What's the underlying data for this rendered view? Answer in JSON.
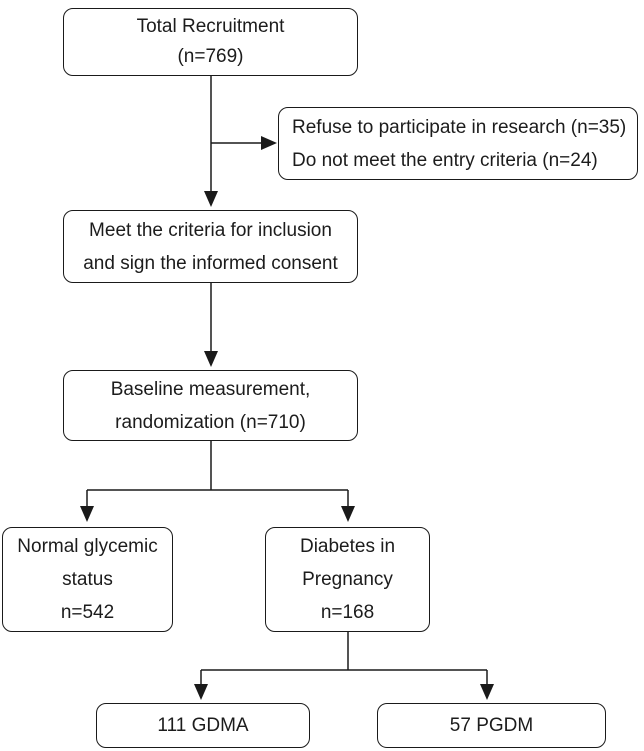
{
  "figure": {
    "type": "flowchart",
    "colors": {
      "background": "#ffffff",
      "box_fill": "#ffffff",
      "line": "#1a1a1a",
      "text": "#1c1c1c"
    }
  },
  "nodes": {
    "total": {
      "line1": "Total Recruitment",
      "line2": "(n=769)"
    },
    "excluded": {
      "line1": "Refuse to participate in research (n=35)",
      "line2": "Do not meet the entry criteria (n=24)"
    },
    "meet": {
      "line1": "Meet the criteria for inclusion",
      "line2": "and sign the informed consent"
    },
    "baseline": {
      "line1": "Baseline measurement,",
      "line2": "randomization (n=710)"
    },
    "normal": {
      "line1": "Normal glycemic",
      "line2": "status",
      "line3": "n=542"
    },
    "diabetes": {
      "line1": "Diabetes in",
      "line2": "Pregnancy",
      "line3": "n=168"
    },
    "gdma": {
      "line1": "111 GDMA"
    },
    "pgdm": {
      "line1": "57 PGDM"
    }
  }
}
